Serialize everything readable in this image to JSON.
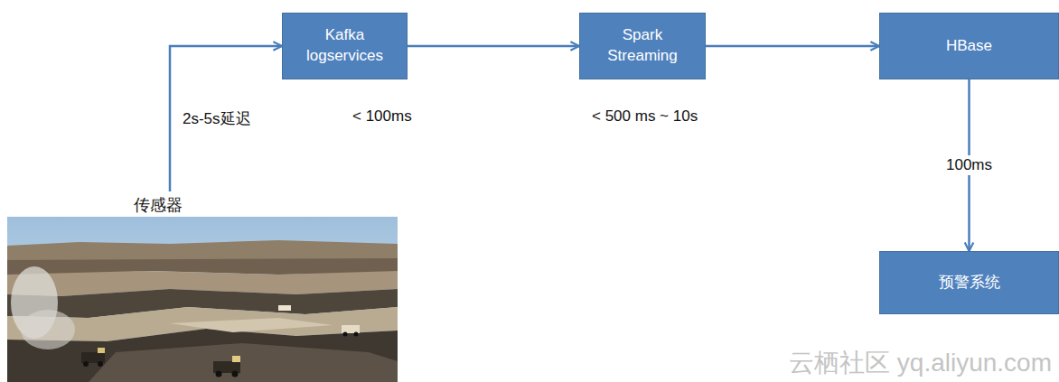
{
  "diagram": {
    "nodes": [
      {
        "text": [
          "传感器"
        ]
      },
      {
        "text": [
          "Kafka logservices"
        ]
      },
      {
        "text": [
          "Spark Streaming"
        ]
      },
      {
        "text": [
          "HBase"
        ]
      },
      {
        "text": [
          "预警系统"
        ]
      }
    ],
    "edges": [
      {
        "from": 0,
        "to": 1,
        "arrow": "to",
        "label": "2s-5s延迟"
      },
      {
        "from": 1,
        "to": 2,
        "arrow": "to"
      },
      {
        "from": 2,
        "to": 3,
        "arrow": "to"
      },
      {
        "from": 3,
        "to": 4,
        "arrow": "to",
        "label": "100ms"
      }
    ],
    "labels": [
      "< 100ms",
      "< 500 ms ~ 10s",
      "云栖社区 yq.aliyun.com"
    ]
  }
}
